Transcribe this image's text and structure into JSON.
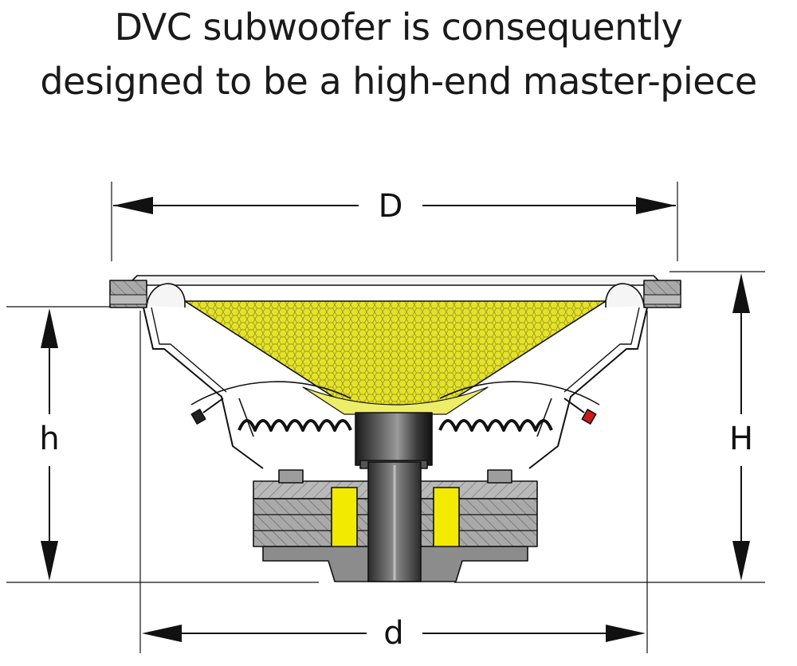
{
  "headline": {
    "line1": "DVC subwoofer is consequently",
    "line2": "designed to be a high-end master-piece"
  },
  "dimensions": {
    "outer_diameter": "D",
    "mounting_depth": "h",
    "overall_height": "H",
    "cutout_diameter": "d"
  },
  "colors": {
    "cone": "#e4e22c",
    "magnet": "#f2ea00",
    "steel": "#a8a8a8",
    "pole": "#2a2a2a",
    "line": "#111111",
    "terminal_negative": "#222222",
    "terminal_positive": "#cc1a1a"
  }
}
